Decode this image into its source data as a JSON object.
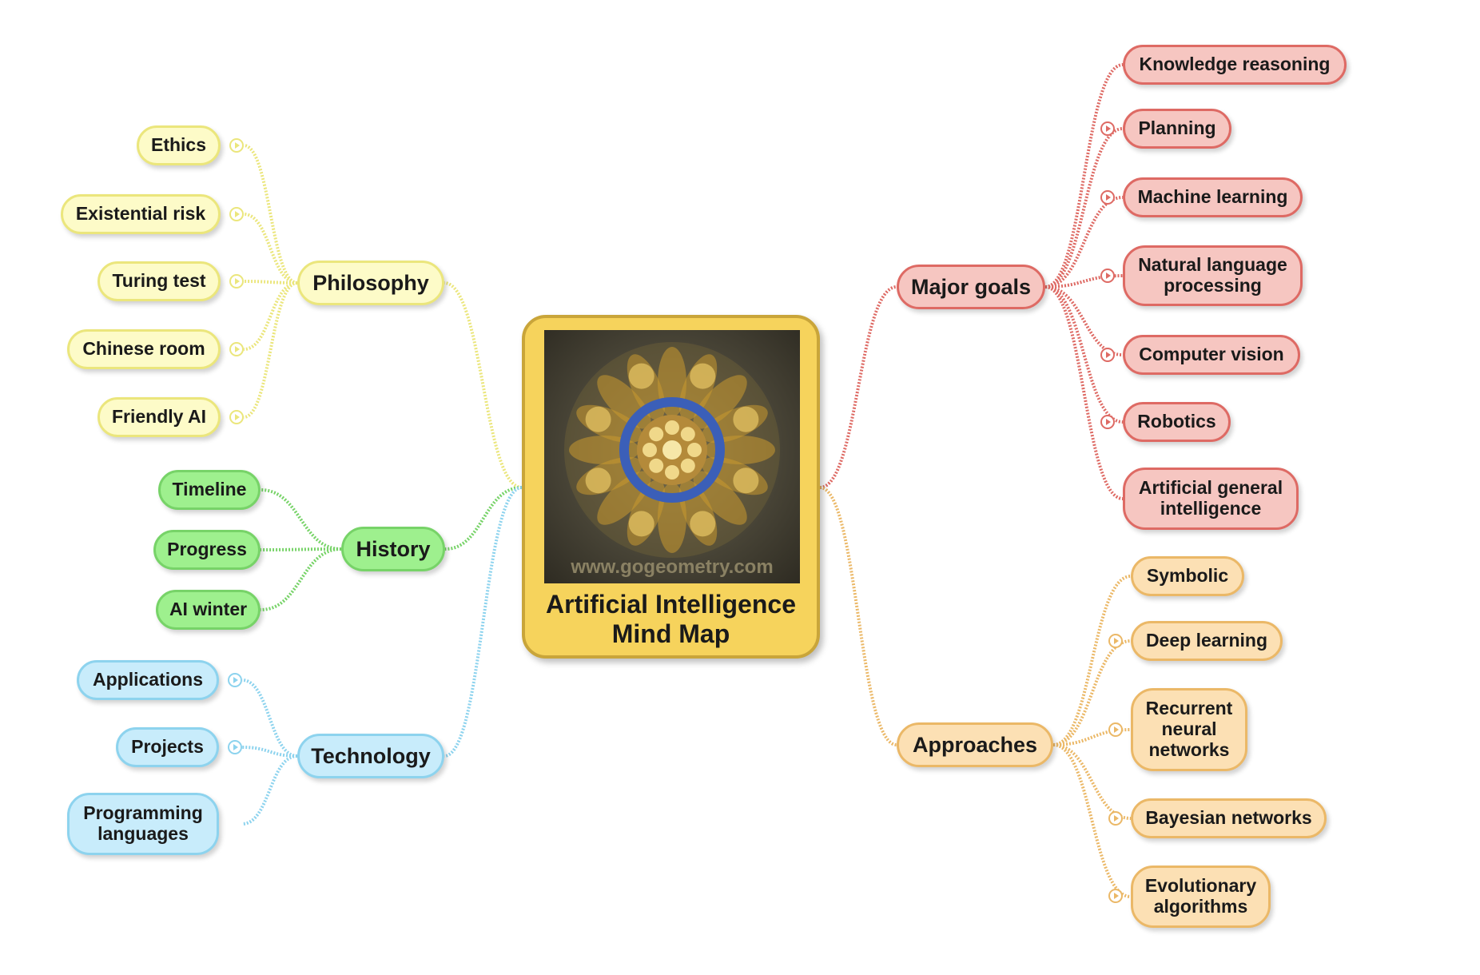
{
  "central": {
    "title_line1": "Artificial Intelligence",
    "title_line2": "Mind Map",
    "watermark": "www.gogeometry.com"
  },
  "branches": [
    {
      "key": "philosophy",
      "label": "Philosophy",
      "color": "yellow",
      "children": [
        "Ethics",
        "Existential risk",
        "Turing test",
        "Chinese room",
        "Friendly AI"
      ]
    },
    {
      "key": "history",
      "label": "History",
      "color": "green",
      "children": [
        "Timeline",
        "Progress",
        "AI winter"
      ]
    },
    {
      "key": "technology",
      "label": "Technology",
      "color": "blue",
      "children": [
        "Applications",
        "Projects",
        "Programming\nlanguages"
      ]
    },
    {
      "key": "major_goals",
      "label": "Major goals",
      "color": "red",
      "children": [
        "Knowledge reasoning",
        "Planning",
        "Machine learning",
        "Natural language\nprocessing",
        "Computer vision",
        "Robotics",
        "Artificial general\nintelligence"
      ]
    },
    {
      "key": "approaches",
      "label": "Approaches",
      "color": "orange",
      "children": [
        "Symbolic",
        "Deep learning",
        "Recurrent\nneural\nnetworks",
        "Bayesian networks",
        "Evolutionary\nalgorithms"
      ]
    }
  ],
  "colors": {
    "yellow": "#ebe67c",
    "green": "#77d368",
    "blue": "#8dd3ee",
    "red": "#de6a64",
    "orange": "#ebb867"
  }
}
